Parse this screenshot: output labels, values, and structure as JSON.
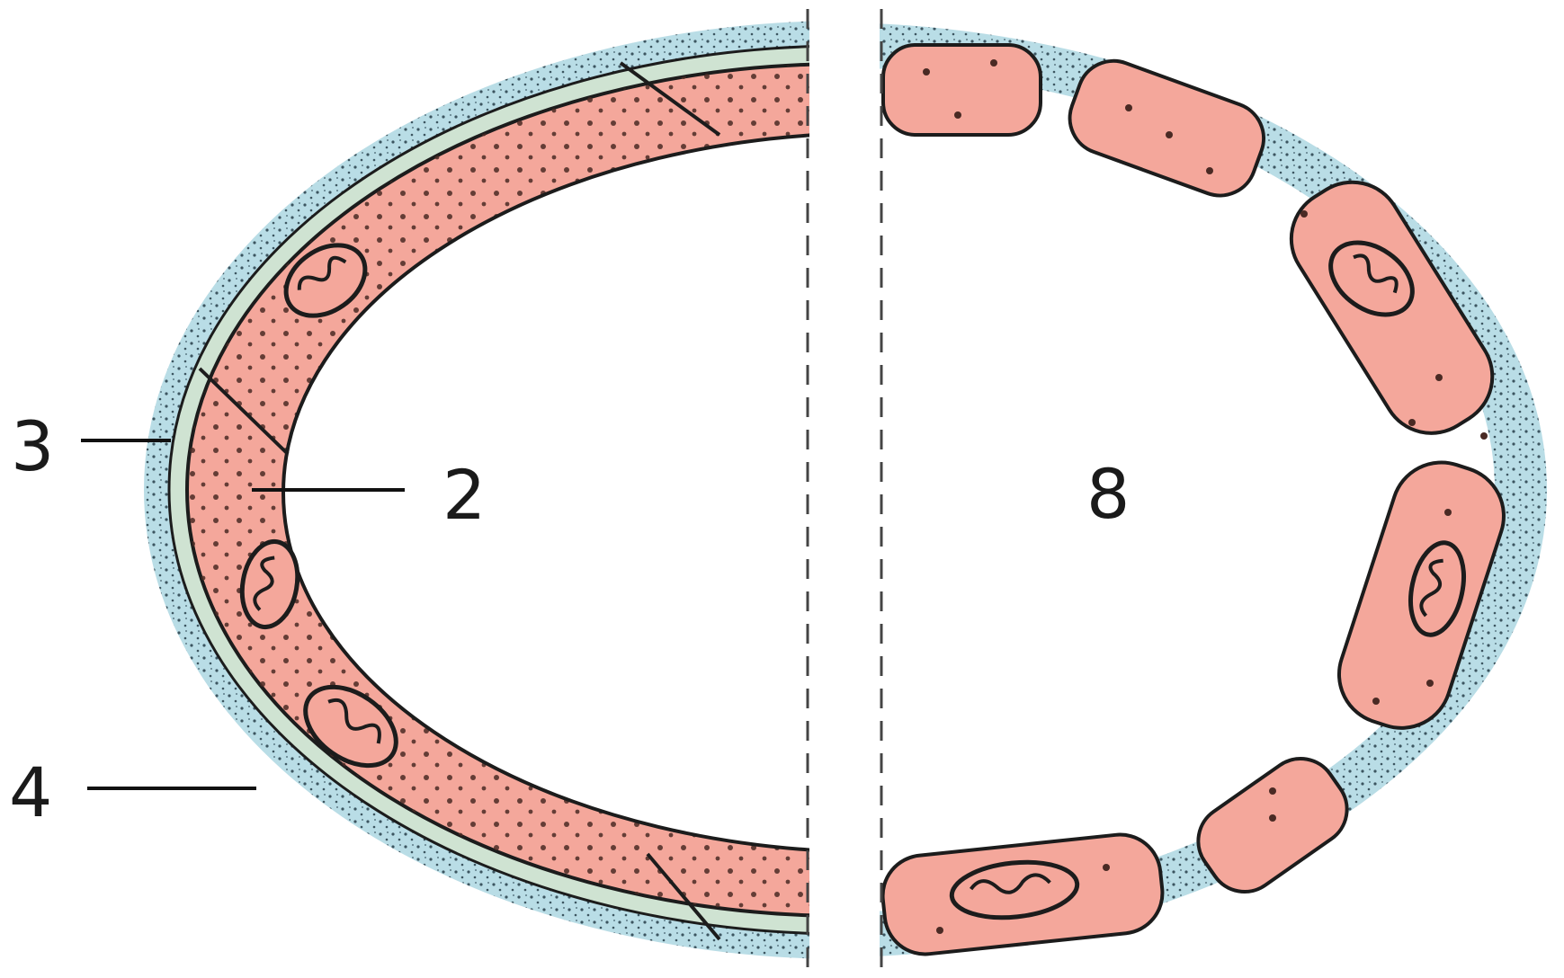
{
  "diagram": {
    "labels": [
      {
        "id": "label-3",
        "text": "3"
      },
      {
        "id": "label-2",
        "text": "2"
      },
      {
        "id": "label-4",
        "text": "4"
      },
      {
        "id": "label-8",
        "text": "8"
      }
    ],
    "colors": {
      "cytoplasm": "#f4a79b",
      "outer_halo": "#b9dde6",
      "membrane_layer": "#cfe3d2",
      "outline": "#1c1c1c",
      "dots": "#4a2a24",
      "background": "#ffffff",
      "divider": "#444444"
    }
  }
}
